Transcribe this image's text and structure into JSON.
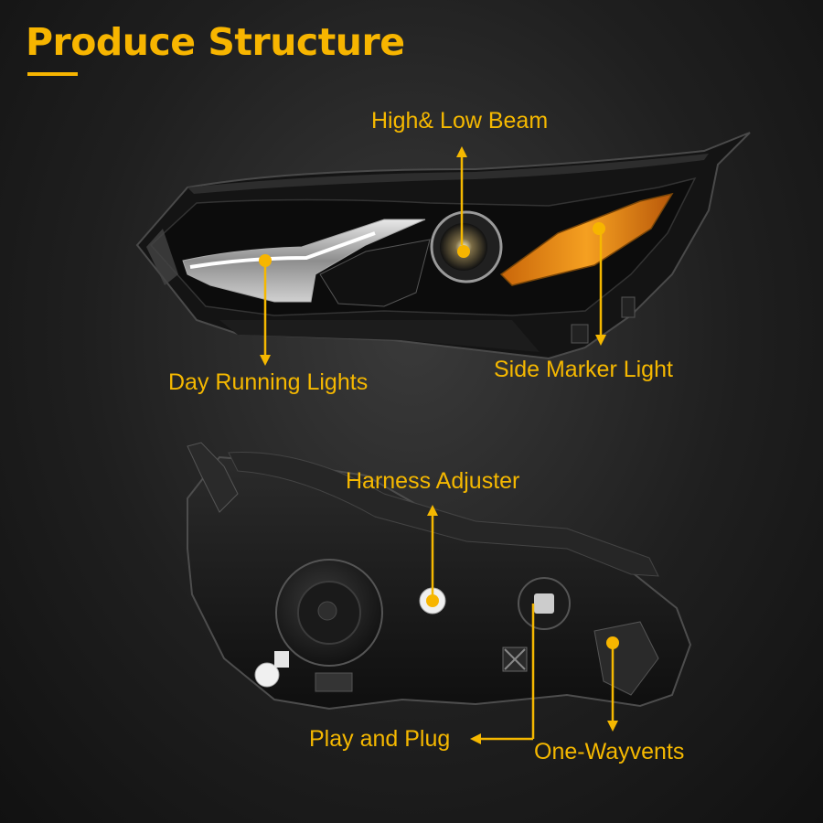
{
  "header": {
    "title": "Produce Structure"
  },
  "colors": {
    "accent": "#f7b500",
    "amber_lens": "#e98a12",
    "housing": "#151515"
  },
  "callouts": {
    "high_low_beam": "High& Low Beam",
    "day_running_lights": "Day Running Lights",
    "side_marker_light": "Side Marker Light",
    "harness_adjuster": "Harness Adjuster",
    "play_and_plug": "Play and Plug",
    "one_wayvents": "One-Wayvents"
  }
}
